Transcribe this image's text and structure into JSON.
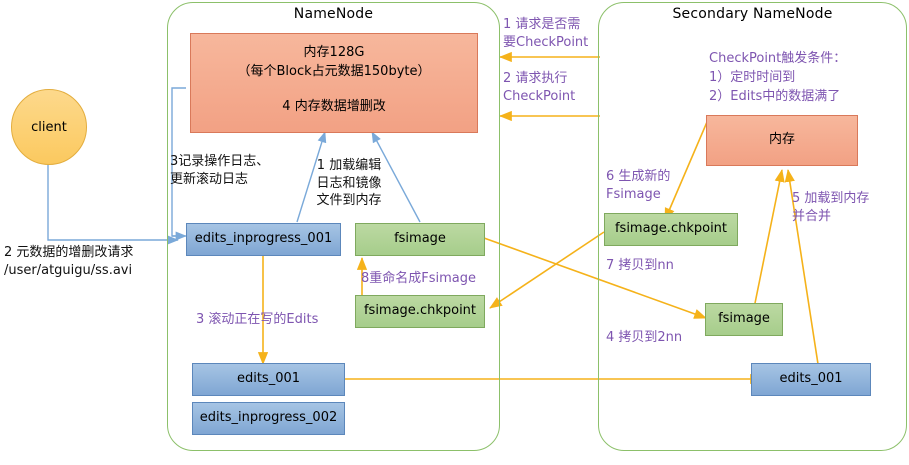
{
  "diagram": {
    "title": "HDFS NameNode and Secondary NameNode CheckPoint workflow",
    "colors": {
      "container_border": "#8cc06a",
      "memory_fill": "#f2a184",
      "edits_fill": "#7fa6d3",
      "fsimage_fill": "#a6cd8b",
      "client_fill": "#fbc95f",
      "orange_arrow": "#f5b21a",
      "blue_arrow": "#7aa9d9",
      "purple_text": "#7e55b0"
    }
  },
  "containers": [
    {
      "id": "namenode",
      "title": "NameNode"
    },
    {
      "id": "secondary",
      "title": "Secondary NameNode"
    }
  ],
  "client": {
    "label": "client",
    "request_line1": "2 元数据的增删改请求",
    "request_line2": "/user/atguigu/ss.avi"
  },
  "namenode": {
    "memory": {
      "line1": "内存128G",
      "line2": "（每个Block占元数据150byte）",
      "line3": "4 内存数据增删改"
    },
    "edits_inprogress_001": "edits_inprogress_001",
    "fsimage": "fsimage",
    "fsimage_chkpoint": "fsimage.chkpoint",
    "edits_001": "edits_001",
    "edits_inprogress_002": "edits_inprogress_002",
    "labels": {
      "log_record": "3记录操作日志、\n更新滚动日志",
      "load_to_memory": "1 加载编辑\n日志和镜像\n文件到内存",
      "roll_edits": "3 滚动正在写的Edits",
      "rename_fsimage": "8重命名成Fsimage"
    }
  },
  "secondary": {
    "memory": "内存",
    "fsimage_chkpoint": "fsimage.chkpoint",
    "fsimage": "fsimage",
    "edits_001": "edits_001",
    "labels": {
      "trigger_title": "CheckPoint触发条件：",
      "trigger_1": "1）定时时间到",
      "trigger_2": "2）Edits中的数据满了",
      "generate_new": "6 生成新的\nFsimage",
      "load_merge": "5 加载到内存\n并合并",
      "copy_to_nn": "7 拷贝到nn",
      "copy_to_2nn": "4 拷贝到2nn"
    }
  },
  "inter_labels": {
    "need_checkpoint": "1 请求是否需\n要CheckPoint",
    "exec_checkpoint": "2 请求执行\nCheckPoint"
  }
}
